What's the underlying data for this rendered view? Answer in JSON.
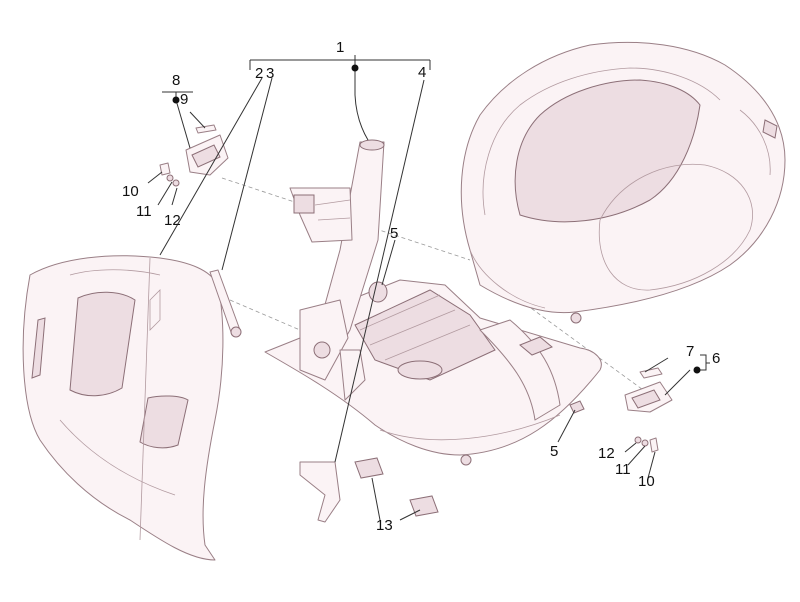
{
  "diagram": {
    "callouts": {
      "c1": "1",
      "c2": "2",
      "c3": "3",
      "c4": "4",
      "c5a": "5",
      "c5b": "5",
      "c6": "6",
      "c7": "7",
      "c8": "8",
      "c9": "9",
      "c10a": "10",
      "c10b": "10",
      "c11a": "11",
      "c11b": "11",
      "c12a": "12",
      "c12b": "12",
      "c13": "13"
    }
  }
}
